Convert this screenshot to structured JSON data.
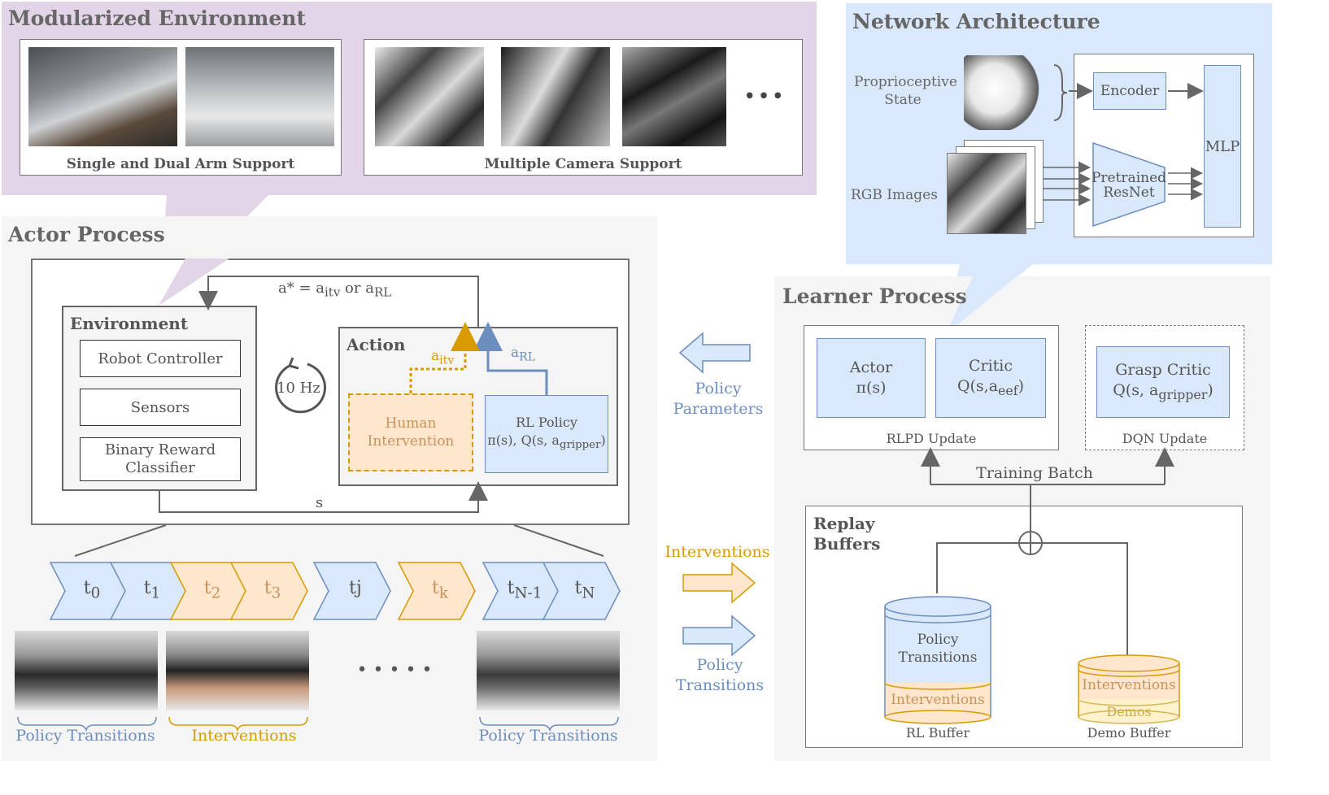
{
  "modularized_env": {
    "title": "Modularized Environment",
    "arm_support": "Single and Dual Arm Support",
    "camera_support": "Multiple Camera Support",
    "ellipsis": "•••"
  },
  "network": {
    "title": "Network Architecture",
    "proprio": "Proprioceptive State",
    "rgb": "RGB Images",
    "encoder": "Encoder",
    "resnet": "Pretrained ResNet",
    "mlp": "MLP"
  },
  "actor": {
    "title": "Actor Process",
    "formula": "a* = a_itv or a_RL",
    "environment": "Environment",
    "robot_controller": "Robot Controller",
    "sensors": "Sensors",
    "reward_classifier": "Binary Reward Classifier",
    "freq": "10 Hz",
    "action": "Action",
    "a_itv": "a_itv",
    "a_rl": "a_RL",
    "human": "Human Intervention",
    "rl_policy": "RL Policy",
    "rl_policy_sub": "π(s), Q(s, a_gripper)",
    "state": "s"
  },
  "timeline": {
    "steps": [
      {
        "label": "t_0",
        "kind": "policy"
      },
      {
        "label": "t_1",
        "kind": "policy"
      },
      {
        "label": "t_2",
        "kind": "intervention"
      },
      {
        "label": "t_3",
        "kind": "intervention"
      },
      {
        "label": "tj",
        "kind": "policy"
      },
      {
        "label": "t_k",
        "kind": "intervention"
      },
      {
        "label": "t_N-1",
        "kind": "policy"
      },
      {
        "label": "t_N",
        "kind": "policy"
      }
    ],
    "bracket_left": "Policy Transitions",
    "bracket_mid": "Interventions",
    "bracket_right": "Policy Transitions",
    "dots": "• • • • •"
  },
  "middle": {
    "policy_params": "Policy Parameters",
    "interventions": "Interventions",
    "policy_transitions": "Policy Transitions"
  },
  "learner": {
    "title": "Learner Process",
    "actor": "Actor",
    "actor_sub": "π(s)",
    "critic": "Critic",
    "critic_sub": "Q(s,a_eef)",
    "rlpd": "RLPD Update",
    "grasp": "Grasp Critic",
    "grasp_sub": "Q(s, a_gripper)",
    "dqn": "DQN Update",
    "training_batch": "Training Batch",
    "replay": "Replay Buffers",
    "policy_transitions": "Policy Transitions",
    "interventions": "Interventions",
    "rl_buffer": "RL Buffer",
    "interventions2": "Interventions",
    "demos": "Demos",
    "demo_buffer": "Demo Buffer"
  },
  "colors": {
    "blue_fill": "#dae8fc",
    "blue_stroke": "#6c8ebf",
    "orange_fill": "#ffe6cc",
    "orange_stroke": "#d79b00",
    "purple_bg": "#e1d5e7",
    "gray_bg": "#f5f5f5",
    "blue_bg": "#dae8fc",
    "yellow_fill": "#fff2cc",
    "yellow_stroke": "#d6b656"
  }
}
